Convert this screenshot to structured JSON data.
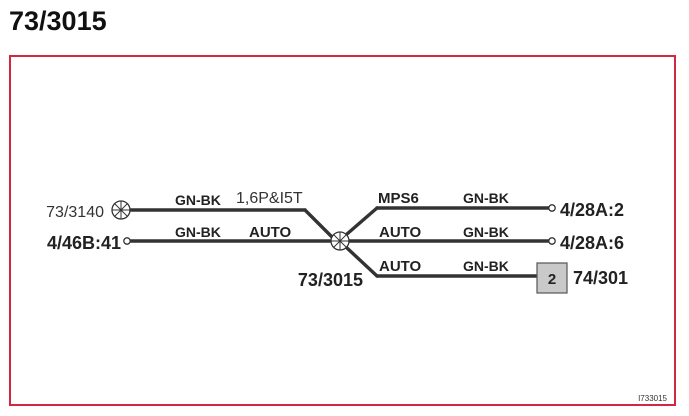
{
  "title": "73/3015",
  "colors": {
    "frame": "#d2283f",
    "wire": "#333333",
    "box_fill": "#c9c9c9"
  },
  "connectors": {
    "left_top": "73/3140",
    "left_bottom": "4/46B:41",
    "center": "73/3015",
    "right_top": "4/28A:2",
    "right_middle": "4/28A:6",
    "right_bottom": "74/301"
  },
  "wire_labels": {
    "left_top_color": "GN-BK",
    "left_top_condition": "1,6P&I5T",
    "left_bottom_color": "GN-BK",
    "left_bottom_condition": "AUTO",
    "right_top_condition": "MPS6",
    "right_top_color": "GN-BK",
    "right_middle_condition": "AUTO",
    "right_middle_color": "GN-BK",
    "right_bottom_condition": "AUTO",
    "right_bottom_color": "GN-BK"
  },
  "component_box_number": "2",
  "figure_code": "I733015",
  "icons": {
    "splice": "splice-point-icon",
    "ground": "ground-connector-icon",
    "terminal": "open-terminal-icon"
  }
}
